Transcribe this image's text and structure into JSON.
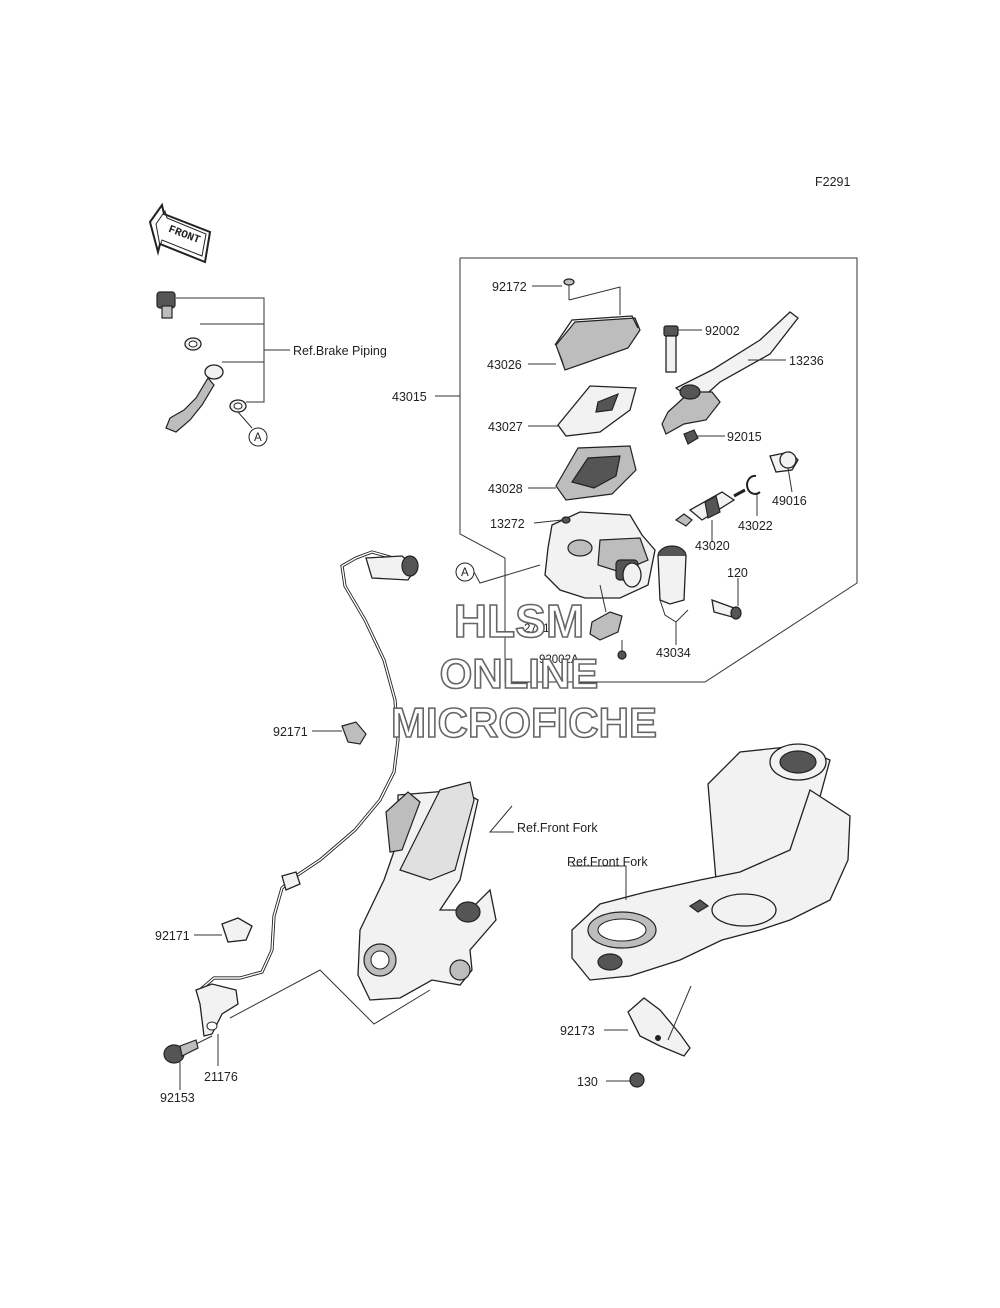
{
  "diagram_code": "F2291",
  "front_arrow_label": "FRONT",
  "callout_a": "A",
  "refs": {
    "brake_piping": "Ref.Brake Piping",
    "front_fork_1": "Ref.Front Fork",
    "front_fork_2": "Ref.Front Fork"
  },
  "parts": {
    "p92172": "92172",
    "p43026": "43026",
    "p43015": "43015",
    "p43027": "43027",
    "p43028": "43028",
    "p13272": "13272",
    "p92002": "92002",
    "p13236": "13236",
    "p92015": "92015",
    "p49016": "49016",
    "p43022": "43022",
    "p43020": "43020",
    "p120": "120",
    "p27010": "27010",
    "p92002a": "92002A",
    "p43034": "43034",
    "p92171_a": "92171",
    "p92171_b": "92171",
    "p21176": "21176",
    "p92153": "92153",
    "p92173": "92173",
    "p130": "130"
  },
  "watermark": {
    "line1": "HLSM",
    "line2": "ONLINE",
    "line3": "MICROFICHE"
  }
}
